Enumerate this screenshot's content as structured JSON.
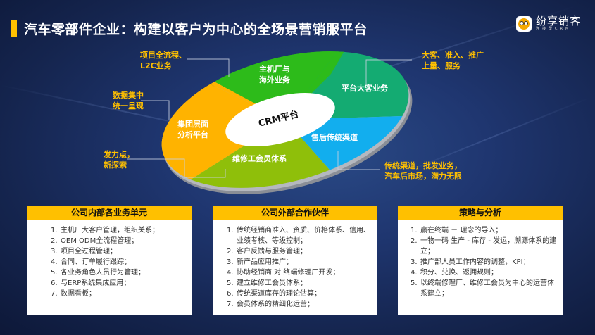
{
  "header": {
    "title": "汽车零部件企业：构建以客户为中心的全场景营销服平台",
    "accent_color": "#ffc000"
  },
  "logo": {
    "name": "纷享销客",
    "subtitle": "连接型CRM",
    "icon": "bee-mascot-icon"
  },
  "diagram": {
    "center_label": "CRM平台",
    "segments": [
      {
        "id": "oem",
        "label_lines": [
          "主机厂与",
          "海外业务"
        ],
        "color": "#2dbb1a"
      },
      {
        "id": "platform",
        "label_lines": [
          "平台大客业务"
        ],
        "color": "#14ab72"
      },
      {
        "id": "aftermarket",
        "label_lines": [
          "售后传统渠道"
        ],
        "color": "#12aeee"
      },
      {
        "id": "repair",
        "label_lines": [
          "维修工会员体系"
        ],
        "color": "#8fbf0a"
      },
      {
        "id": "group",
        "label_lines": [
          "集团层面",
          "分析平台"
        ],
        "color": "#ffb300"
      }
    ],
    "callouts": [
      {
        "id": "oem",
        "lines": [
          "项目全流程、",
          "L2C业务"
        ]
      },
      {
        "id": "platform",
        "lines": [
          "大客、准入、推广",
          "上量、服务"
        ]
      },
      {
        "id": "aftermarket",
        "lines": [
          "传统渠道，批发业务，",
          "汽车后市场，潜力无限"
        ]
      },
      {
        "id": "group",
        "lines": [
          "数据集中",
          "统一呈现"
        ]
      },
      {
        "id": "repair",
        "lines": [
          "发力点，",
          "新探索"
        ]
      }
    ]
  },
  "panels": [
    {
      "title": "公司内部各业务单元",
      "items": [
        {
          "num": "1.",
          "text": "主机厂大客户管理，组织关系；"
        },
        {
          "num": "2.",
          "text": "OEM  ODM全流程管理；"
        },
        {
          "num": "3.",
          "text": "项目全过程管理；"
        },
        {
          "num": "4.",
          "text": "合同、订单履行跟踪；"
        },
        {
          "num": "5.",
          "text": "各业务角色人员行为管理；"
        },
        {
          "num": "6.",
          "text": "与ERP系统集成应用；"
        },
        {
          "num": "7.",
          "text": "数据看板；"
        }
      ]
    },
    {
      "title": "公司外部合作伙伴",
      "items": [
        {
          "num": "1.",
          "text": "传统经销商准入、资质、价格体系、信用、业绩考核、等级控制；"
        },
        {
          "num": "2.",
          "text": "客户反馈与服务管理；"
        },
        {
          "num": "3.",
          "text": "新产品应用推广；"
        },
        {
          "num": "4.",
          "text": "协助经销商 对 终端修理厂开发；"
        },
        {
          "num": "5.",
          "text": "建立维修工会员体系；"
        },
        {
          "num": "6.",
          "text": "传统渠道库存的理论估算；"
        },
        {
          "num": "7.",
          "text": "会员体系的精细化运营；"
        }
      ]
    },
    {
      "title": "策略与分析",
      "items": [
        {
          "num": "1.",
          "text": "赢在终端 － 理念的导入；"
        },
        {
          "num": "2.",
          "text": "一物一码  生产 - 库存 - 发运，溯源体系的建立；"
        },
        {
          "num": "3.",
          "text": "推广部人员工作内容的调整，KPI；"
        },
        {
          "num": "4.",
          "text": "积分、兑换、返拥规则；"
        },
        {
          "num": "5.",
          "text": "以终端修理厂、维修工会员为中心的运营体系建立；"
        }
      ]
    }
  ]
}
